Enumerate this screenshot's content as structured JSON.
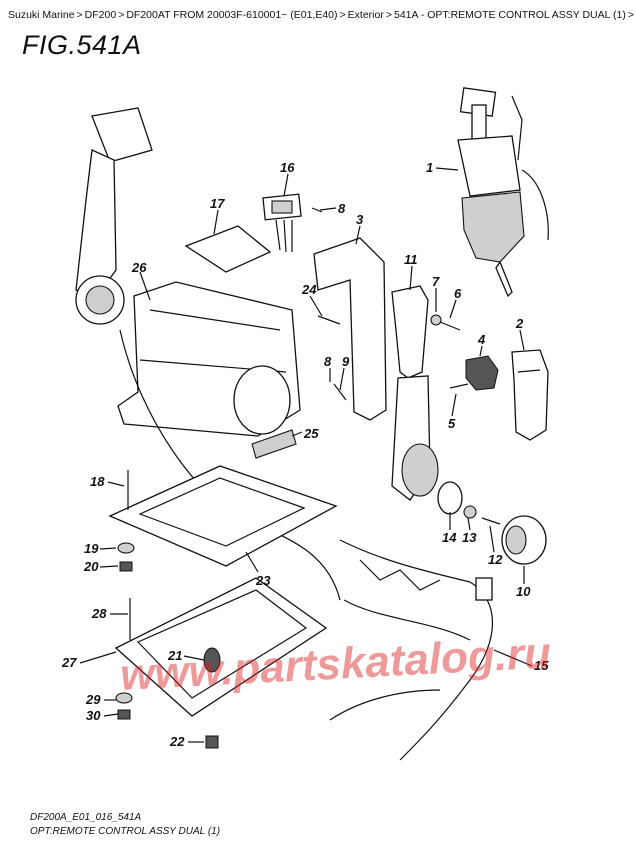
{
  "breadcrumb": [
    {
      "label": "Suzuki Marine"
    },
    {
      "label": "DF200"
    },
    {
      "label": "DF200AT FROM 20003F-610001~ (E01,E40)"
    },
    {
      "label": "Exterior"
    },
    {
      "label": "541A - OPT:REMOTE CONTROL ASSY DUAL (1)"
    }
  ],
  "separator": ">",
  "figure_title": "FIG.541A",
  "footer": {
    "code": "DF200A_E01_016_541A",
    "title": "OPT:REMOTE CONTROL ASSY DUAL (1)"
  },
  "watermark": "www.partskatalog.ru",
  "callouts": [
    "1",
    "2",
    "3",
    "4",
    "5",
    "6",
    "7",
    "8",
    "8",
    "9",
    "10",
    "11",
    "12",
    "13",
    "14",
    "15",
    "16",
    "17",
    "18",
    "19",
    "20",
    "21",
    "22",
    "23",
    "24",
    "25",
    "26",
    "27",
    "28",
    "29",
    "30"
  ]
}
